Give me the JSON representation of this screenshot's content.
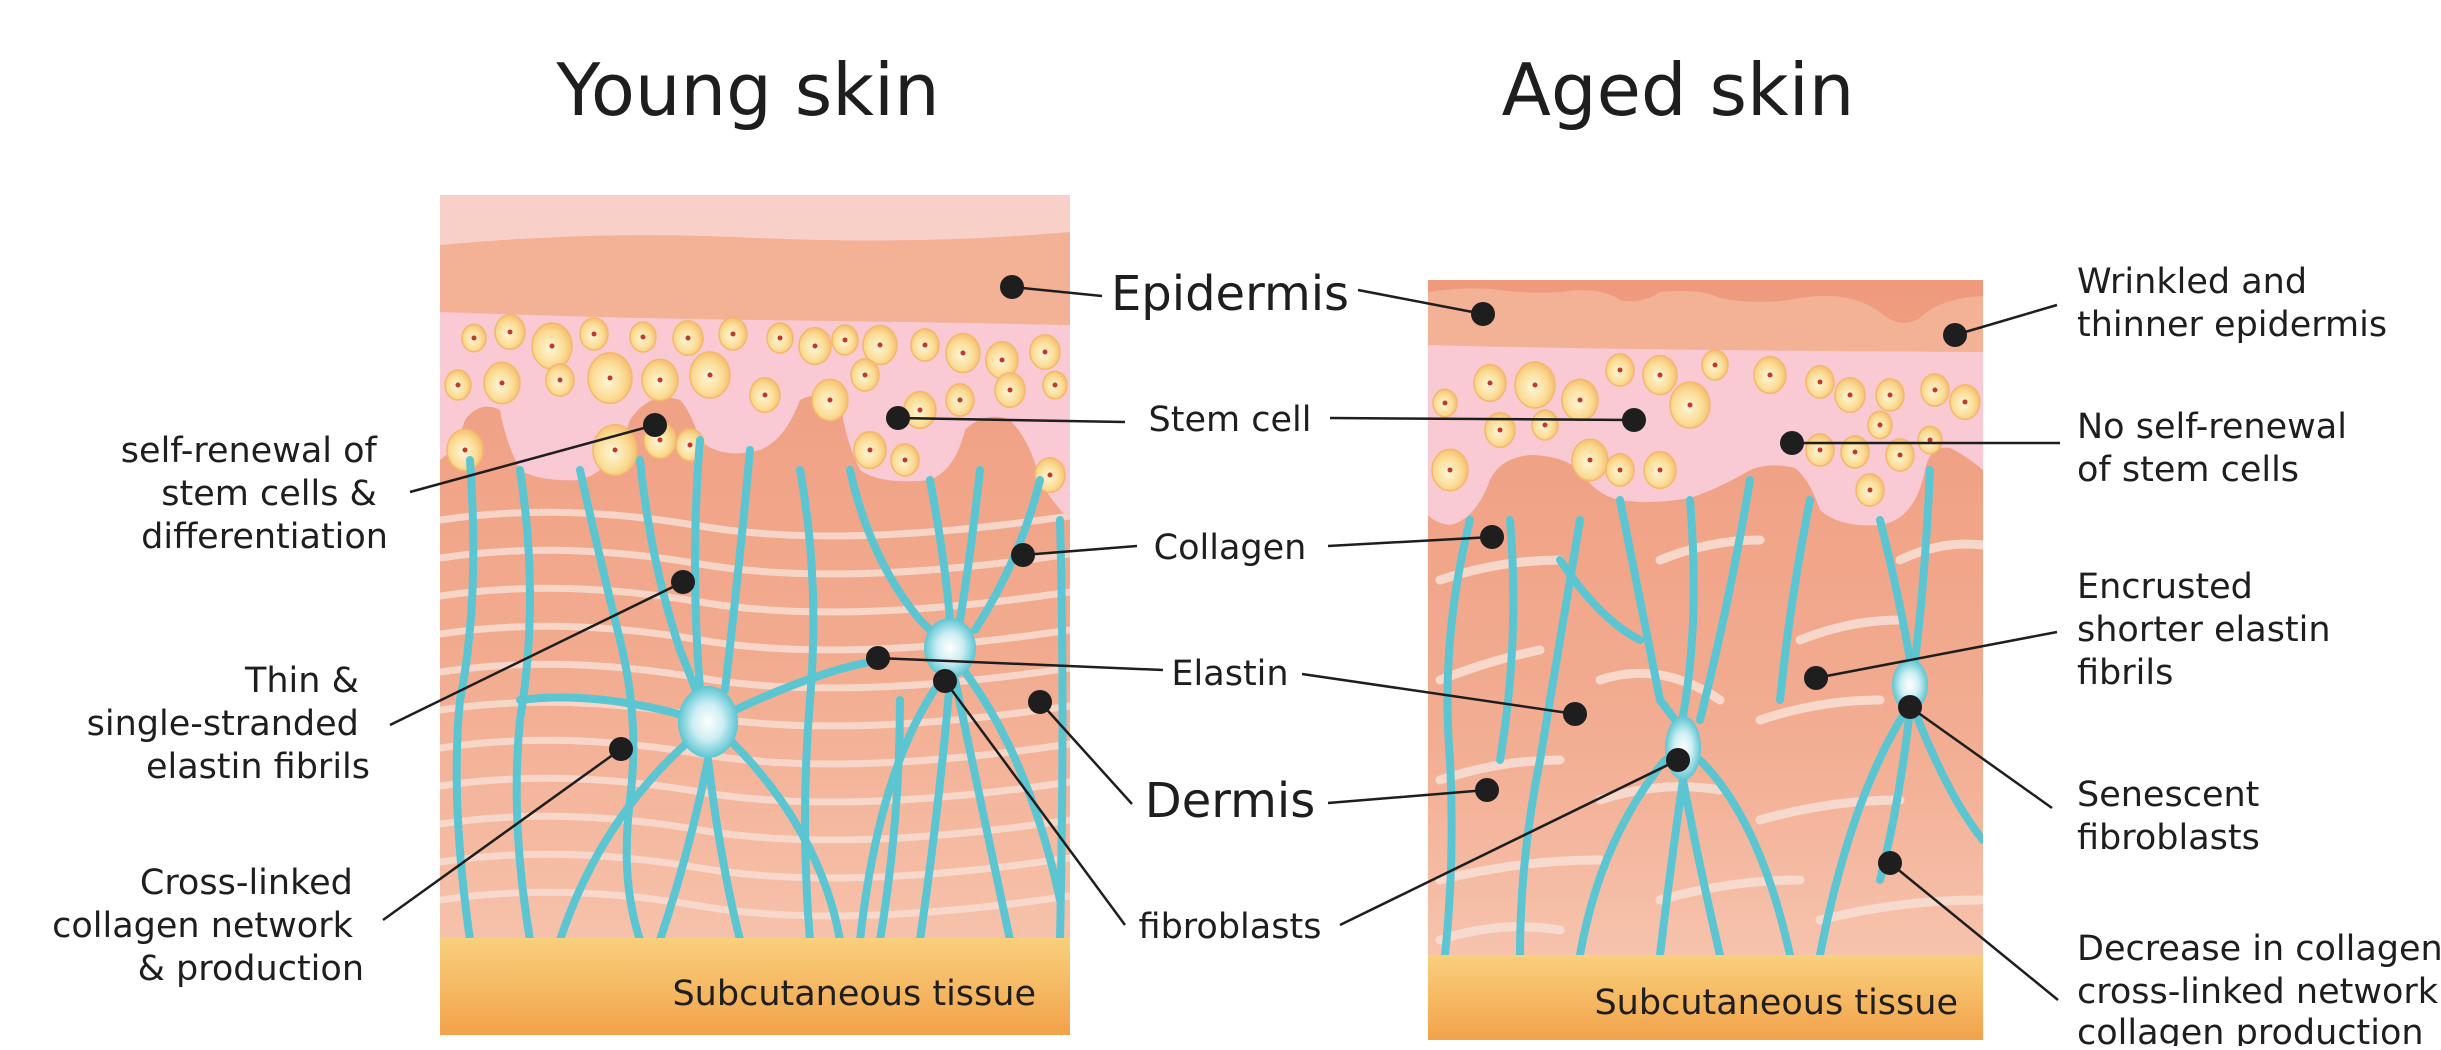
{
  "titles": {
    "young": "Young skin",
    "aged": "Aged skin"
  },
  "center_labels": {
    "epidermis": "Epidermis",
    "stem_cell": "Stem cell",
    "collagen": "Collagen",
    "elastin": "Elastin",
    "dermis": "Dermis",
    "fibroblasts": "fibroblasts"
  },
  "left_labels": {
    "self_renewal": [
      "self-renewal of",
      "stem cells &",
      "differentiation"
    ],
    "thin_elastin": [
      "Thin &",
      "single-stranded",
      "elastin fibrils"
    ],
    "cross_linked": [
      "Cross-linked",
      "collagen network",
      "& production"
    ]
  },
  "right_labels": {
    "wrinkled": [
      "Wrinkled and",
      "thinner epidermis"
    ],
    "no_self_renewal": [
      "No self-renewal",
      "of stem cells"
    ],
    "encrusted": [
      "Encrusted",
      "shorter elastin",
      "fibrils"
    ],
    "senescent": [
      "Senescent",
      "fibroblasts"
    ],
    "decrease": [
      "Decrease in collagen",
      "cross-linked network &",
      "collagen production"
    ]
  },
  "tissue_labels": {
    "young_subcutaneous": "Subcutaneous tissue",
    "aged_subcutaneous": "Subcutaneous tissue"
  },
  "colors": {
    "epidermis_top": "#f9d0c8",
    "epidermis": "#f3b196",
    "stem_layer": "#f9cad4",
    "stem_cell": "#fbd98f",
    "dermis": "#f0a183",
    "dermis_light": "#f6c1aa",
    "fiber": "#5cc5d2",
    "collagen_band": "#f7ddd3",
    "subcutaneous": "#f4b25a",
    "dot": "#1e1e1e"
  }
}
